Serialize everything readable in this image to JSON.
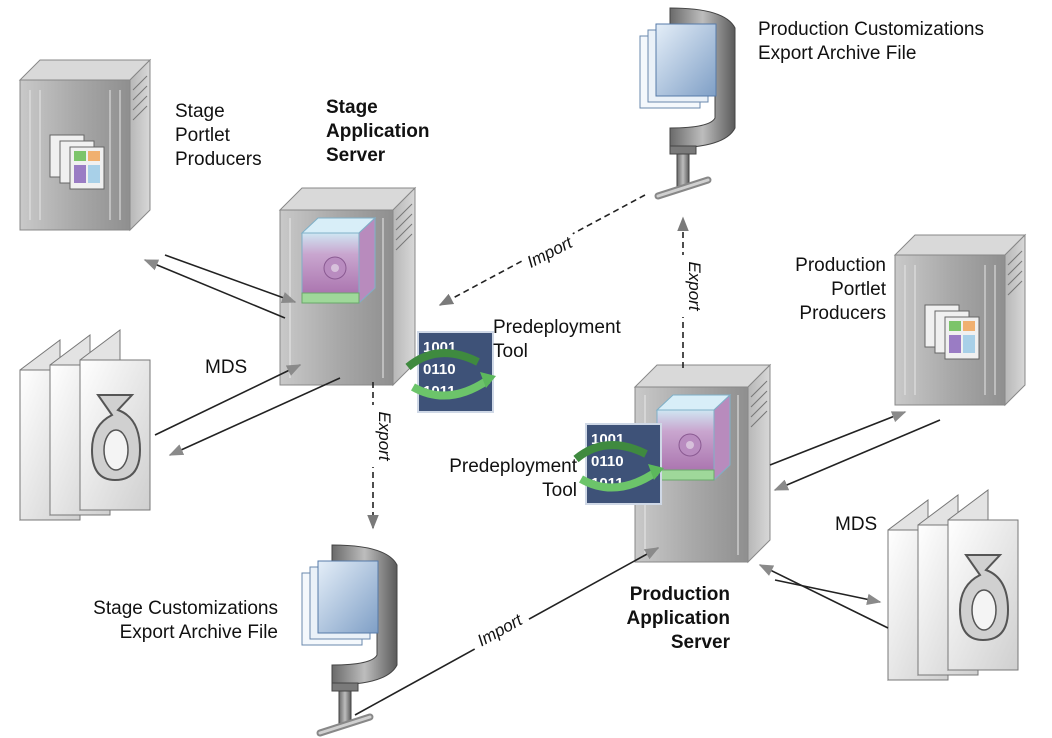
{
  "labels": {
    "stage_portlet_producers": "Stage\nPortlet\nProducers",
    "stage_app_server": "Stage\nApplication\nServer",
    "mds_stage": "MDS",
    "predeploy_stage": "Predeployment\nTool",
    "prod_customizations": "Production Customizations\nExport Archive File",
    "prod_portlet_producers": "Production\nPortlet\nProducers",
    "predeploy_prod": "Predeployment\nTool",
    "mds_prod": "MDS",
    "stage_customizations": "Stage Customizations\nExport Archive File",
    "prod_app_server": "Production\nApplication\nServer"
  },
  "edges": {
    "import_top": "Import",
    "export_right": "Export",
    "export_left": "Export",
    "import_bottom": "Import"
  },
  "binary_glyphs": "1001\n0110\n1011"
}
